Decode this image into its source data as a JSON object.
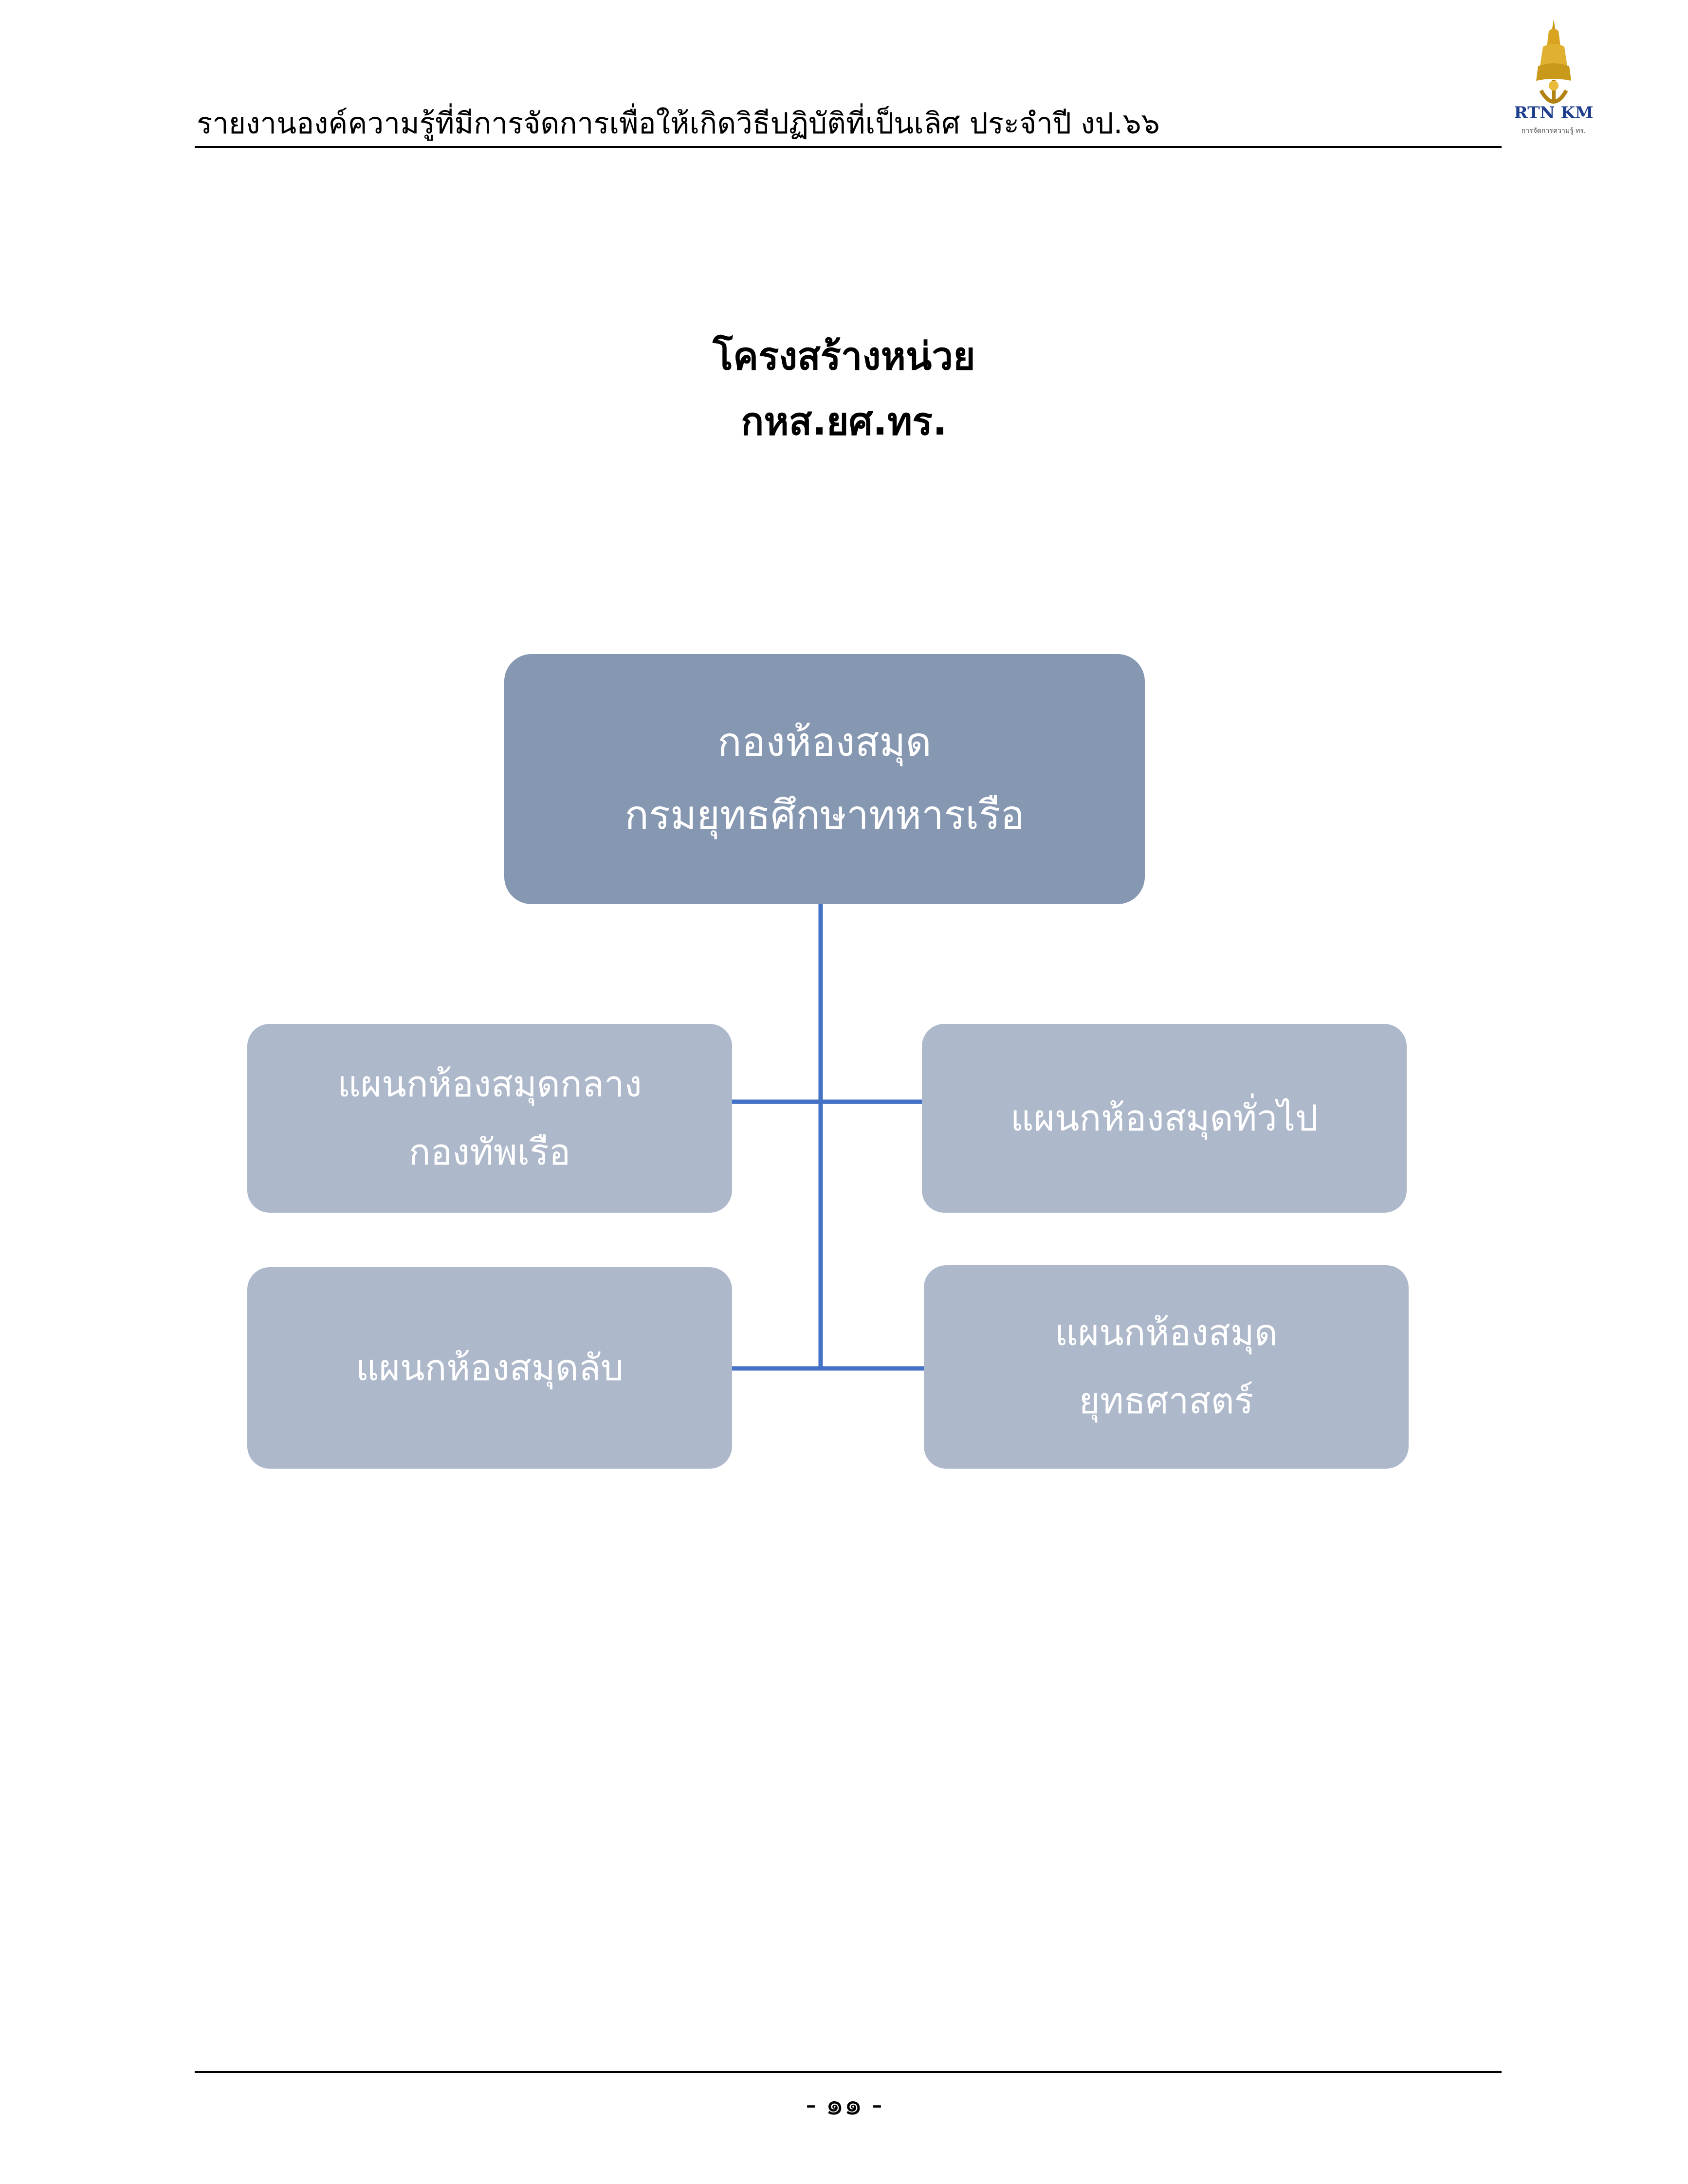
{
  "header": {
    "report_title": "รายงานองค์ความรู้ที่มีการจัดการเพื่อให้เกิดวิธีปฏิบัติที่เป็นเลิศ ประจำปี งป.๖๖",
    "logo_text": "RTN KM",
    "logo_subtext": "การจัดการความรู้ ทร."
  },
  "title": {
    "line1": "โครงสร้างหน่วย",
    "line2": "กหส.ยศ.ทร."
  },
  "org_chart": {
    "root": {
      "line1": "กองห้องสมุด",
      "line2": "กรมยุทธศึกษาทหารเรือ"
    },
    "children": [
      {
        "line1": "แผนกห้องสมุดกลาง",
        "line2": "กองทัพเรือ"
      },
      {
        "line1": "แผนกห้องสมุดทั่วไป",
        "line2": ""
      },
      {
        "line1": "แผนกห้องสมุดลับ",
        "line2": ""
      },
      {
        "line1": "แผนกห้องสมุด",
        "line2": "ยุทธศาสตร์"
      }
    ],
    "colors": {
      "root_fill": "#8597b1",
      "child_fill": "#adb8cb",
      "connector": "#4472c4",
      "box_text": "#ffffff"
    }
  },
  "footer": {
    "page_number": "- ๑๑ -"
  }
}
